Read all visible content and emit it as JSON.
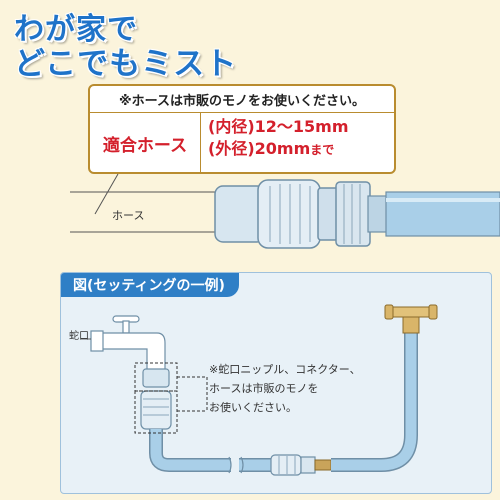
{
  "title": {
    "line1": "わが家で",
    "line2": "どこでもミスト"
  },
  "spec": {
    "note": "※ホースは市販のモノをお使いください。",
    "label": "適合ホース",
    "inner": "(内径)12〜15mm",
    "outer": "(外径)20mm",
    "outer_suffix": "まで"
  },
  "upper_diagram": {
    "hose_label": "ホース"
  },
  "setting_diagram": {
    "tag": "図(セッティングの一例)",
    "faucet_label": "蛇口",
    "note_lines": [
      "※蛇口ニップル、コネクター、",
      "ホースは市販のモノを",
      "お使いください。"
    ]
  },
  "colors": {
    "title_blue": "#1f73c9",
    "spec_red": "#d4202c",
    "panel_blue": "#2f7fc6",
    "hose_blue": "#a9cfe8"
  }
}
